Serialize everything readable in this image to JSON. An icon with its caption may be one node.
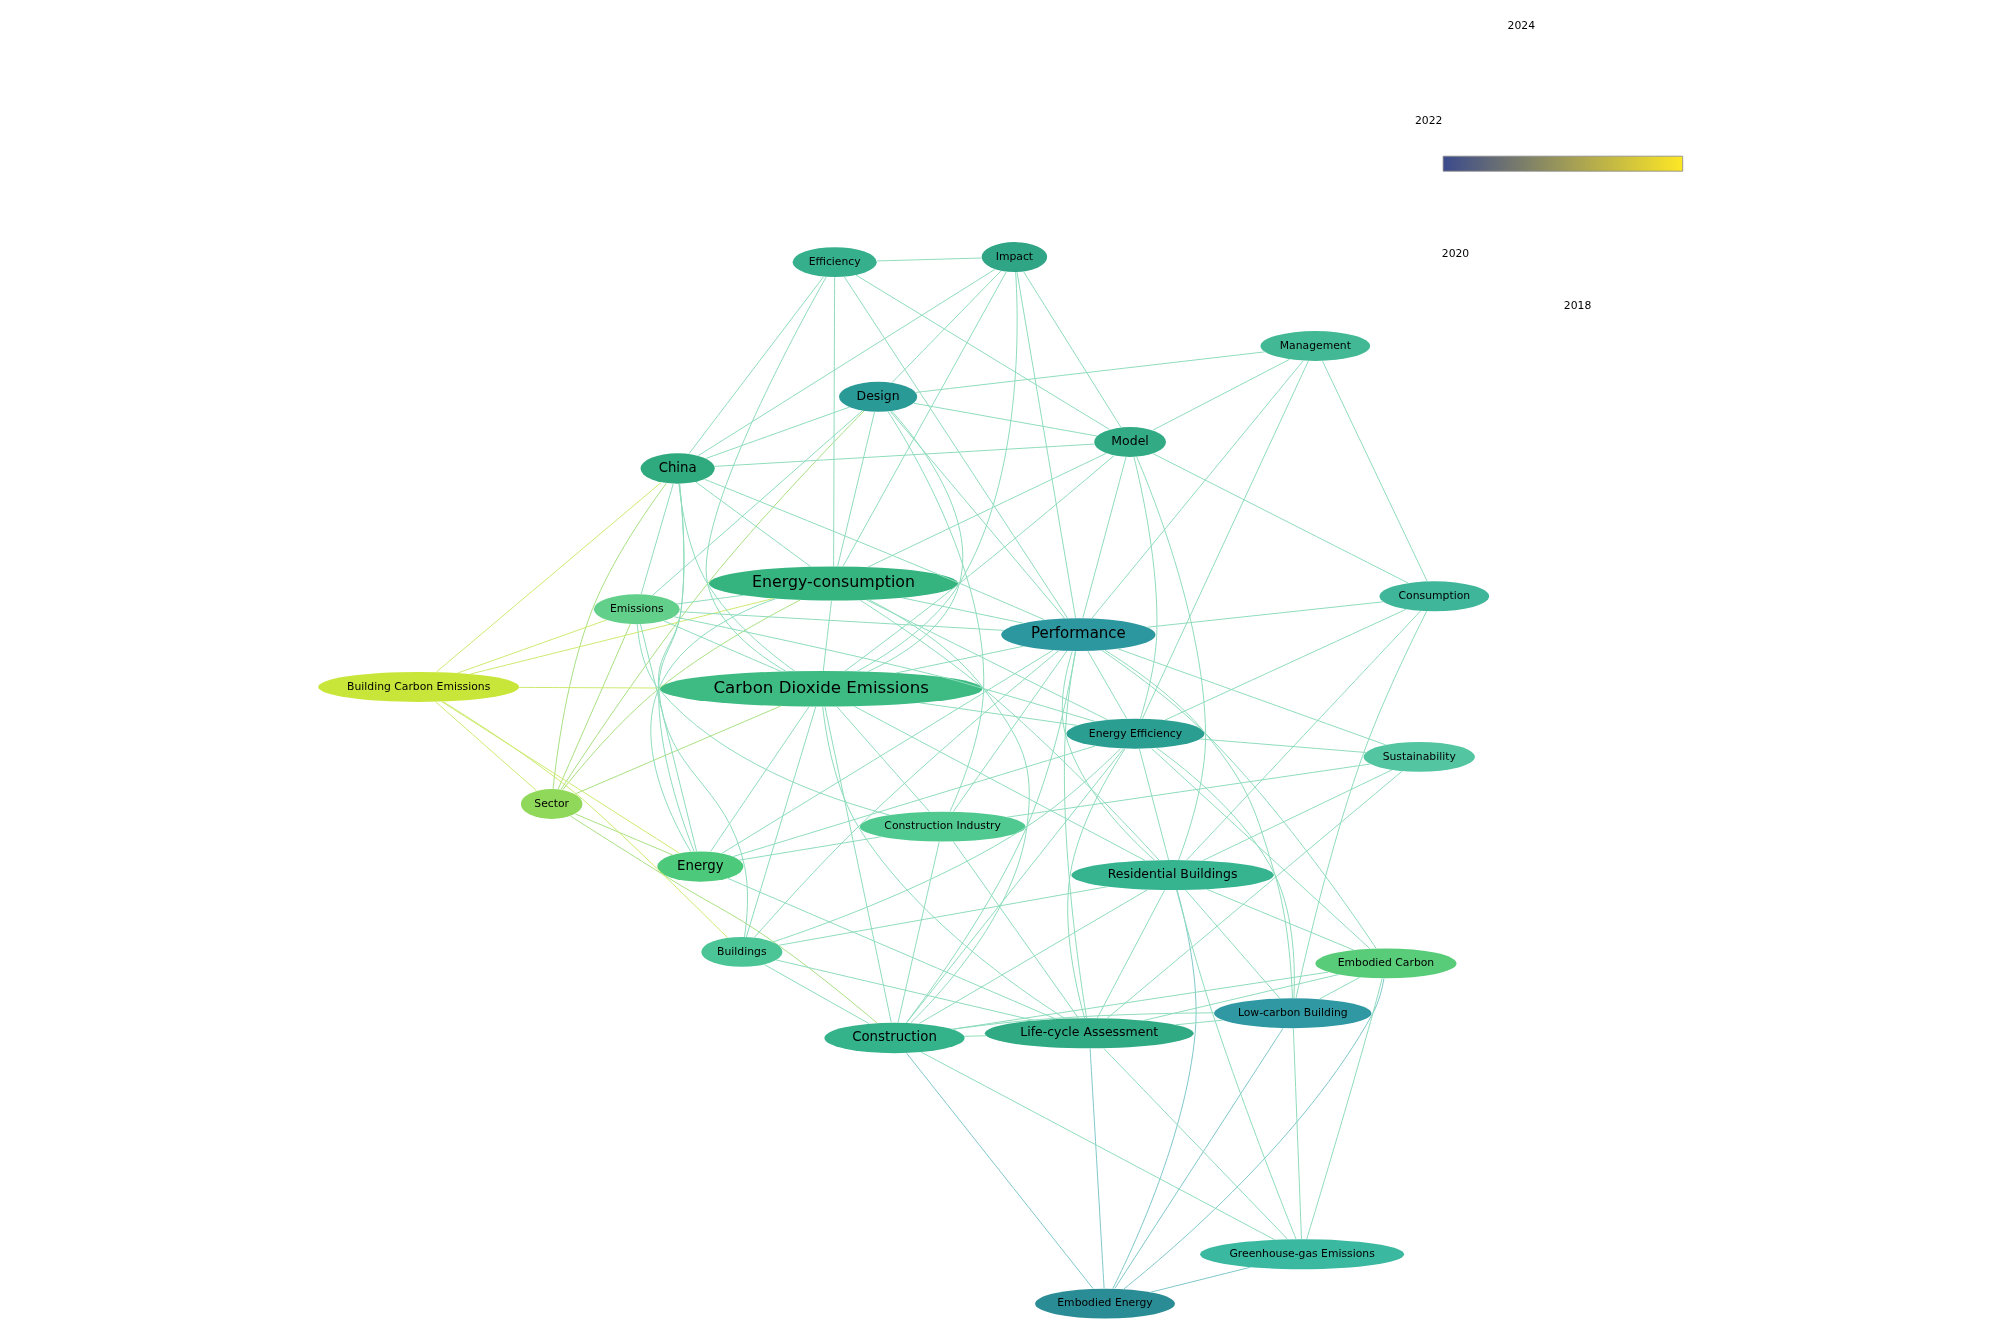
{
  "diagram": {
    "nodes": [
      {
        "text": [
          "Construction Industry"
        ]
      },
      {
        "text": [
          "Sector"
        ]
      },
      {
        "text": [
          "Embodied Energy"
        ]
      },
      {
        "text": [
          "Building Carbon Emissions"
        ]
      },
      {
        "text": [
          "Construction"
        ]
      },
      {
        "text": [
          "Energy"
        ]
      },
      {
        "text": [
          "Carbon Dioxide Emissions"
        ]
      },
      {
        "text": [
          "Greenhouse-gas Emissions"
        ]
      },
      {
        "text": [
          "Energy-consumption"
        ]
      },
      {
        "text": [
          "Life-cycle Assessment"
        ]
      },
      {
        "text": [
          "Buildings"
        ]
      },
      {
        "text": [
          "Emissions"
        ]
      },
      {
        "text": [
          "China"
        ]
      },
      {
        "text": [
          "Embodied Carbon"
        ]
      },
      {
        "text": [
          "Sustainability"
        ]
      },
      {
        "text": [
          "Residential Buildings"
        ]
      },
      {
        "text": [
          "Impact"
        ]
      },
      {
        "text": [
          "Design"
        ]
      },
      {
        "text": [
          "Energy Efficiency"
        ]
      },
      {
        "text": [
          "Efficiency"
        ]
      },
      {
        "text": [
          "Performance"
        ]
      },
      {
        "text": [
          "Low-carbon Building"
        ]
      },
      {
        "text": [
          "Model"
        ]
      },
      {
        "text": [
          "Consumption"
        ]
      },
      {
        "text": [
          "Management"
        ]
      }
    ],
    "edges": [
      {
        "from": 3,
        "to": 8,
        "arrow": "none",
        "color": "#cdea6e"
      },
      {
        "from": 3,
        "to": 6,
        "arrow": "none",
        "color": "#cdea6e"
      },
      {
        "from": 3,
        "to": 12,
        "arrow": "none",
        "color": "#cdea6e"
      },
      {
        "from": 3,
        "to": 11,
        "arrow": "none",
        "color": "#cdea6e"
      },
      {
        "from": 3,
        "to": 1,
        "arrow": "none",
        "color": "#cdea6e"
      },
      {
        "from": 3,
        "to": 5,
        "arrow": "none",
        "color": "#cdea6e"
      },
      {
        "from": 3,
        "to": 10,
        "arrow": "none",
        "color": "#cdea6e"
      },
      {
        "from": 1,
        "to": 8,
        "arrow": "none",
        "color": "#a9e082"
      },
      {
        "from": 1,
        "to": 6,
        "arrow": "none",
        "color": "#a9e082"
      },
      {
        "from": 1,
        "to": 12,
        "arrow": "none",
        "color": "#a9e082"
      },
      {
        "from": 1,
        "to": 5,
        "arrow": "none",
        "color": "#a9e082"
      },
      {
        "from": 1,
        "to": 4,
        "arrow": "none",
        "color": "#a9e082"
      },
      {
        "from": 1,
        "to": 11,
        "arrow": "none",
        "color": "#a9e082"
      },
      {
        "from": 1,
        "to": 17,
        "arrow": "none",
        "color": "#a9e082"
      },
      {
        "from": 0,
        "to": 6,
        "arrow": "none"
      },
      {
        "from": 0,
        "to": 4,
        "arrow": "none"
      },
      {
        "from": 0,
        "to": 9,
        "arrow": "none"
      },
      {
        "from": 0,
        "to": 5,
        "arrow": "none"
      },
      {
        "from": 0,
        "to": 20,
        "arrow": "none"
      },
      {
        "from": 0,
        "to": 17,
        "arrow": "none"
      },
      {
        "from": 0,
        "to": 14,
        "arrow": "none"
      },
      {
        "from": 0,
        "to": 11,
        "arrow": "none"
      },
      {
        "from": 2,
        "to": 4,
        "arrow": "none",
        "color": "#80c8ca"
      },
      {
        "from": 2,
        "to": 9,
        "arrow": "none",
        "color": "#80c8ca"
      },
      {
        "from": 2,
        "to": 7,
        "arrow": "none",
        "color": "#80c8ca"
      },
      {
        "from": 2,
        "to": 15,
        "arrow": "none",
        "color": "#80c8ca"
      },
      {
        "from": 2,
        "to": 21,
        "arrow": "none",
        "color": "#80c8ca"
      },
      {
        "from": 2,
        "to": 13,
        "arrow": "none",
        "color": "#80c8ca"
      },
      {
        "from": 4,
        "to": 6,
        "arrow": "none"
      },
      {
        "from": 4,
        "to": 8,
        "arrow": "none"
      },
      {
        "from": 4,
        "to": 9,
        "arrow": "none"
      },
      {
        "from": 4,
        "to": 7,
        "arrow": "none"
      },
      {
        "from": 4,
        "to": 15,
        "arrow": "none"
      },
      {
        "from": 4,
        "to": 18,
        "arrow": "none"
      },
      {
        "from": 4,
        "to": 20,
        "arrow": "none"
      },
      {
        "from": 4,
        "to": 10,
        "arrow": "none"
      },
      {
        "from": 4,
        "to": 13,
        "arrow": "none"
      },
      {
        "from": 4,
        "to": 21,
        "arrow": "none"
      },
      {
        "from": 5,
        "to": 6,
        "arrow": "none"
      },
      {
        "from": 5,
        "to": 8,
        "arrow": "none"
      },
      {
        "from": 5,
        "to": 12,
        "arrow": "none"
      },
      {
        "from": 5,
        "to": 20,
        "arrow": "none"
      },
      {
        "from": 5,
        "to": 18,
        "arrow": "none"
      },
      {
        "from": 5,
        "to": 11,
        "arrow": "none"
      },
      {
        "from": 5,
        "to": 9,
        "arrow": "none"
      },
      {
        "from": 6,
        "to": 8,
        "arrow": "none"
      },
      {
        "from": 6,
        "to": 12,
        "arrow": "none"
      },
      {
        "from": 6,
        "to": 11,
        "arrow": "none"
      },
      {
        "from": 6,
        "to": 16,
        "arrow": "none"
      },
      {
        "from": 6,
        "to": 20,
        "arrow": "none"
      },
      {
        "from": 6,
        "to": 17,
        "arrow": "none"
      },
      {
        "from": 6,
        "to": 18,
        "arrow": "none"
      },
      {
        "from": 6,
        "to": 15,
        "arrow": "none"
      },
      {
        "from": 6,
        "to": 9,
        "arrow": "none"
      },
      {
        "from": 6,
        "to": 10,
        "arrow": "none"
      },
      {
        "from": 6,
        "to": 22,
        "arrow": "none"
      },
      {
        "from": 6,
        "to": 19,
        "arrow": "none"
      },
      {
        "from": 7,
        "to": 9,
        "arrow": "none"
      },
      {
        "from": 7,
        "to": 15,
        "arrow": "none"
      },
      {
        "from": 7,
        "to": 13,
        "arrow": "none"
      },
      {
        "from": 7,
        "to": 21,
        "arrow": "none"
      },
      {
        "from": 8,
        "to": 12,
        "arrow": "none"
      },
      {
        "from": 8,
        "to": 16,
        "arrow": "none"
      },
      {
        "from": 8,
        "to": 19,
        "arrow": "none"
      },
      {
        "from": 8,
        "to": 20,
        "arrow": "none"
      },
      {
        "from": 8,
        "to": 22,
        "arrow": "none"
      },
      {
        "from": 8,
        "to": 11,
        "arrow": "none"
      },
      {
        "from": 8,
        "to": 18,
        "arrow": "none"
      },
      {
        "from": 8,
        "to": 15,
        "arrow": "none"
      },
      {
        "from": 8,
        "to": 17,
        "arrow": "none"
      },
      {
        "from": 9,
        "to": 15,
        "arrow": "none"
      },
      {
        "from": 9,
        "to": 18,
        "arrow": "none"
      },
      {
        "from": 9,
        "to": 20,
        "arrow": "none"
      },
      {
        "from": 9,
        "to": 13,
        "arrow": "none"
      },
      {
        "from": 9,
        "to": 21,
        "arrow": "none"
      },
      {
        "from": 9,
        "to": 10,
        "arrow": "none"
      },
      {
        "from": 9,
        "to": 14,
        "arrow": "none"
      },
      {
        "from": 10,
        "to": 20,
        "arrow": "none"
      },
      {
        "from": 10,
        "to": 18,
        "arrow": "none"
      },
      {
        "from": 10,
        "to": 15,
        "arrow": "none"
      },
      {
        "from": 10,
        "to": 12,
        "arrow": "none"
      },
      {
        "from": 11,
        "to": 20,
        "arrow": "none"
      },
      {
        "from": 11,
        "to": 17,
        "arrow": "none"
      },
      {
        "from": 11,
        "to": 12,
        "arrow": "none"
      },
      {
        "from": 11,
        "to": 18,
        "arrow": "none"
      },
      {
        "from": 12,
        "to": 16,
        "arrow": "none"
      },
      {
        "from": 12,
        "to": 17,
        "arrow": "none"
      },
      {
        "from": 12,
        "to": 20,
        "arrow": "none"
      },
      {
        "from": 12,
        "to": 22,
        "arrow": "none"
      },
      {
        "from": 12,
        "to": 19,
        "arrow": "none"
      },
      {
        "from": 13,
        "to": 15,
        "arrow": "none"
      },
      {
        "from": 13,
        "to": 18,
        "arrow": "none"
      },
      {
        "from": 13,
        "to": 21,
        "arrow": "none"
      },
      {
        "from": 13,
        "to": 20,
        "arrow": "none"
      },
      {
        "from": 14,
        "to": 20,
        "arrow": "none"
      },
      {
        "from": 14,
        "to": 18,
        "arrow": "none"
      },
      {
        "from": 14,
        "to": 15,
        "arrow": "none"
      },
      {
        "from": 15,
        "to": 18,
        "arrow": "none"
      },
      {
        "from": 15,
        "to": 20,
        "arrow": "none"
      },
      {
        "from": 15,
        "to": 21,
        "arrow": "none"
      },
      {
        "from": 15,
        "to": 23,
        "arrow": "none"
      },
      {
        "from": 15,
        "to": 22,
        "arrow": "none"
      },
      {
        "from": 16,
        "to": 17,
        "arrow": "none"
      },
      {
        "from": 16,
        "to": 19,
        "arrow": "none"
      },
      {
        "from": 16,
        "to": 22,
        "arrow": "none"
      },
      {
        "from": 16,
        "to": 20,
        "arrow": "none"
      },
      {
        "from": 17,
        "to": 20,
        "arrow": "none"
      },
      {
        "from": 17,
        "to": 22,
        "arrow": "none"
      },
      {
        "from": 17,
        "to": 24,
        "arrow": "none"
      },
      {
        "from": 18,
        "to": 20,
        "arrow": "none"
      },
      {
        "from": 18,
        "to": 21,
        "arrow": "none"
      },
      {
        "from": 18,
        "to": 23,
        "arrow": "none"
      },
      {
        "from": 18,
        "to": 24,
        "arrow": "none"
      },
      {
        "from": 18,
        "to": 22,
        "arrow": "none"
      },
      {
        "from": 19,
        "to": 20,
        "arrow": "none"
      },
      {
        "from": 19,
        "to": 22,
        "arrow": "none"
      },
      {
        "from": 20,
        "to": 22,
        "arrow": "none"
      },
      {
        "from": 20,
        "to": 23,
        "arrow": "none"
      },
      {
        "from": 20,
        "to": 24,
        "arrow": "none"
      },
      {
        "from": 20,
        "to": 21,
        "arrow": "none"
      },
      {
        "from": 21,
        "to": 23,
        "arrow": "none"
      },
      {
        "from": 22,
        "to": 24,
        "arrow": "none"
      },
      {
        "from": 22,
        "to": 23,
        "arrow": "none"
      },
      {
        "from": 23,
        "to": 24,
        "arrow": "none"
      }
    ],
    "labels": [
      "2018",
      "2020",
      "2022",
      "2024"
    ]
  }
}
